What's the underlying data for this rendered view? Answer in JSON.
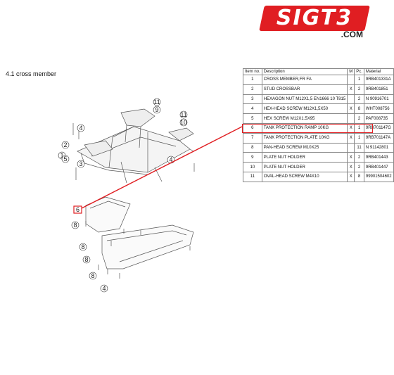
{
  "brand": {
    "name": "SIGT3",
    "domain": ".COM",
    "accent_color": "#e01e22"
  },
  "section_title": "4.1  cross member",
  "table": {
    "headers": [
      "Item no.",
      "Description",
      "M",
      "Pc.",
      "Material"
    ],
    "rows": [
      {
        "num": "1",
        "desc": "CROSS MEMBER,FR FA",
        "x": "",
        "pc": "1",
        "mat": "9RB401331A"
      },
      {
        "num": "2",
        "desc": "STUD CROSSBAR",
        "x": "X",
        "pc": "2",
        "mat": "9RB401851"
      },
      {
        "num": "3",
        "desc": "HEXAGON NUT M12X1,5 EN1666 10 T815",
        "x": "",
        "pc": "2",
        "mat": "N 90916701"
      },
      {
        "num": "4",
        "desc": "HEX-HEAD SCREW M12X1,5X50",
        "x": "X",
        "pc": "8",
        "mat": "WHT008756"
      },
      {
        "num": "5",
        "desc": "HEX SCREW M12X1.5X95",
        "x": "",
        "pc": "2",
        "mat": "PAF008735"
      },
      {
        "num": "6",
        "desc": "TANK PROTECTION RAMP 10KG",
        "x": "X",
        "pc": "1",
        "mat": "9RB701147G"
      },
      {
        "num": "7",
        "desc": "TANK PROTECTION PLATE 10KG",
        "x": "X",
        "pc": "1",
        "mat": "9RB701147A"
      },
      {
        "num": "8",
        "desc": "PAN-HEAD SCREW M10X25",
        "x": "",
        "pc": "11",
        "mat": "N 91142801"
      },
      {
        "num": "9",
        "desc": "PLATE NUT HOLDER",
        "x": "X",
        "pc": "2",
        "mat": "9RB401443"
      },
      {
        "num": "10",
        "desc": "PLATE NUT HOLDER",
        "x": "X",
        "pc": "2",
        "mat": "9RB401447"
      },
      {
        "num": "11",
        "desc": "OVAL-HEAD SCREW M4X10",
        "x": "X",
        "pc": "8",
        "mat": "99901504602"
      }
    ],
    "highlighted_item": "6"
  },
  "callouts": [
    "11",
    "9",
    "11",
    "10",
    "4",
    "2",
    "1",
    "3",
    "5",
    "4",
    "6",
    "8",
    "8",
    "8",
    "8",
    "4"
  ]
}
